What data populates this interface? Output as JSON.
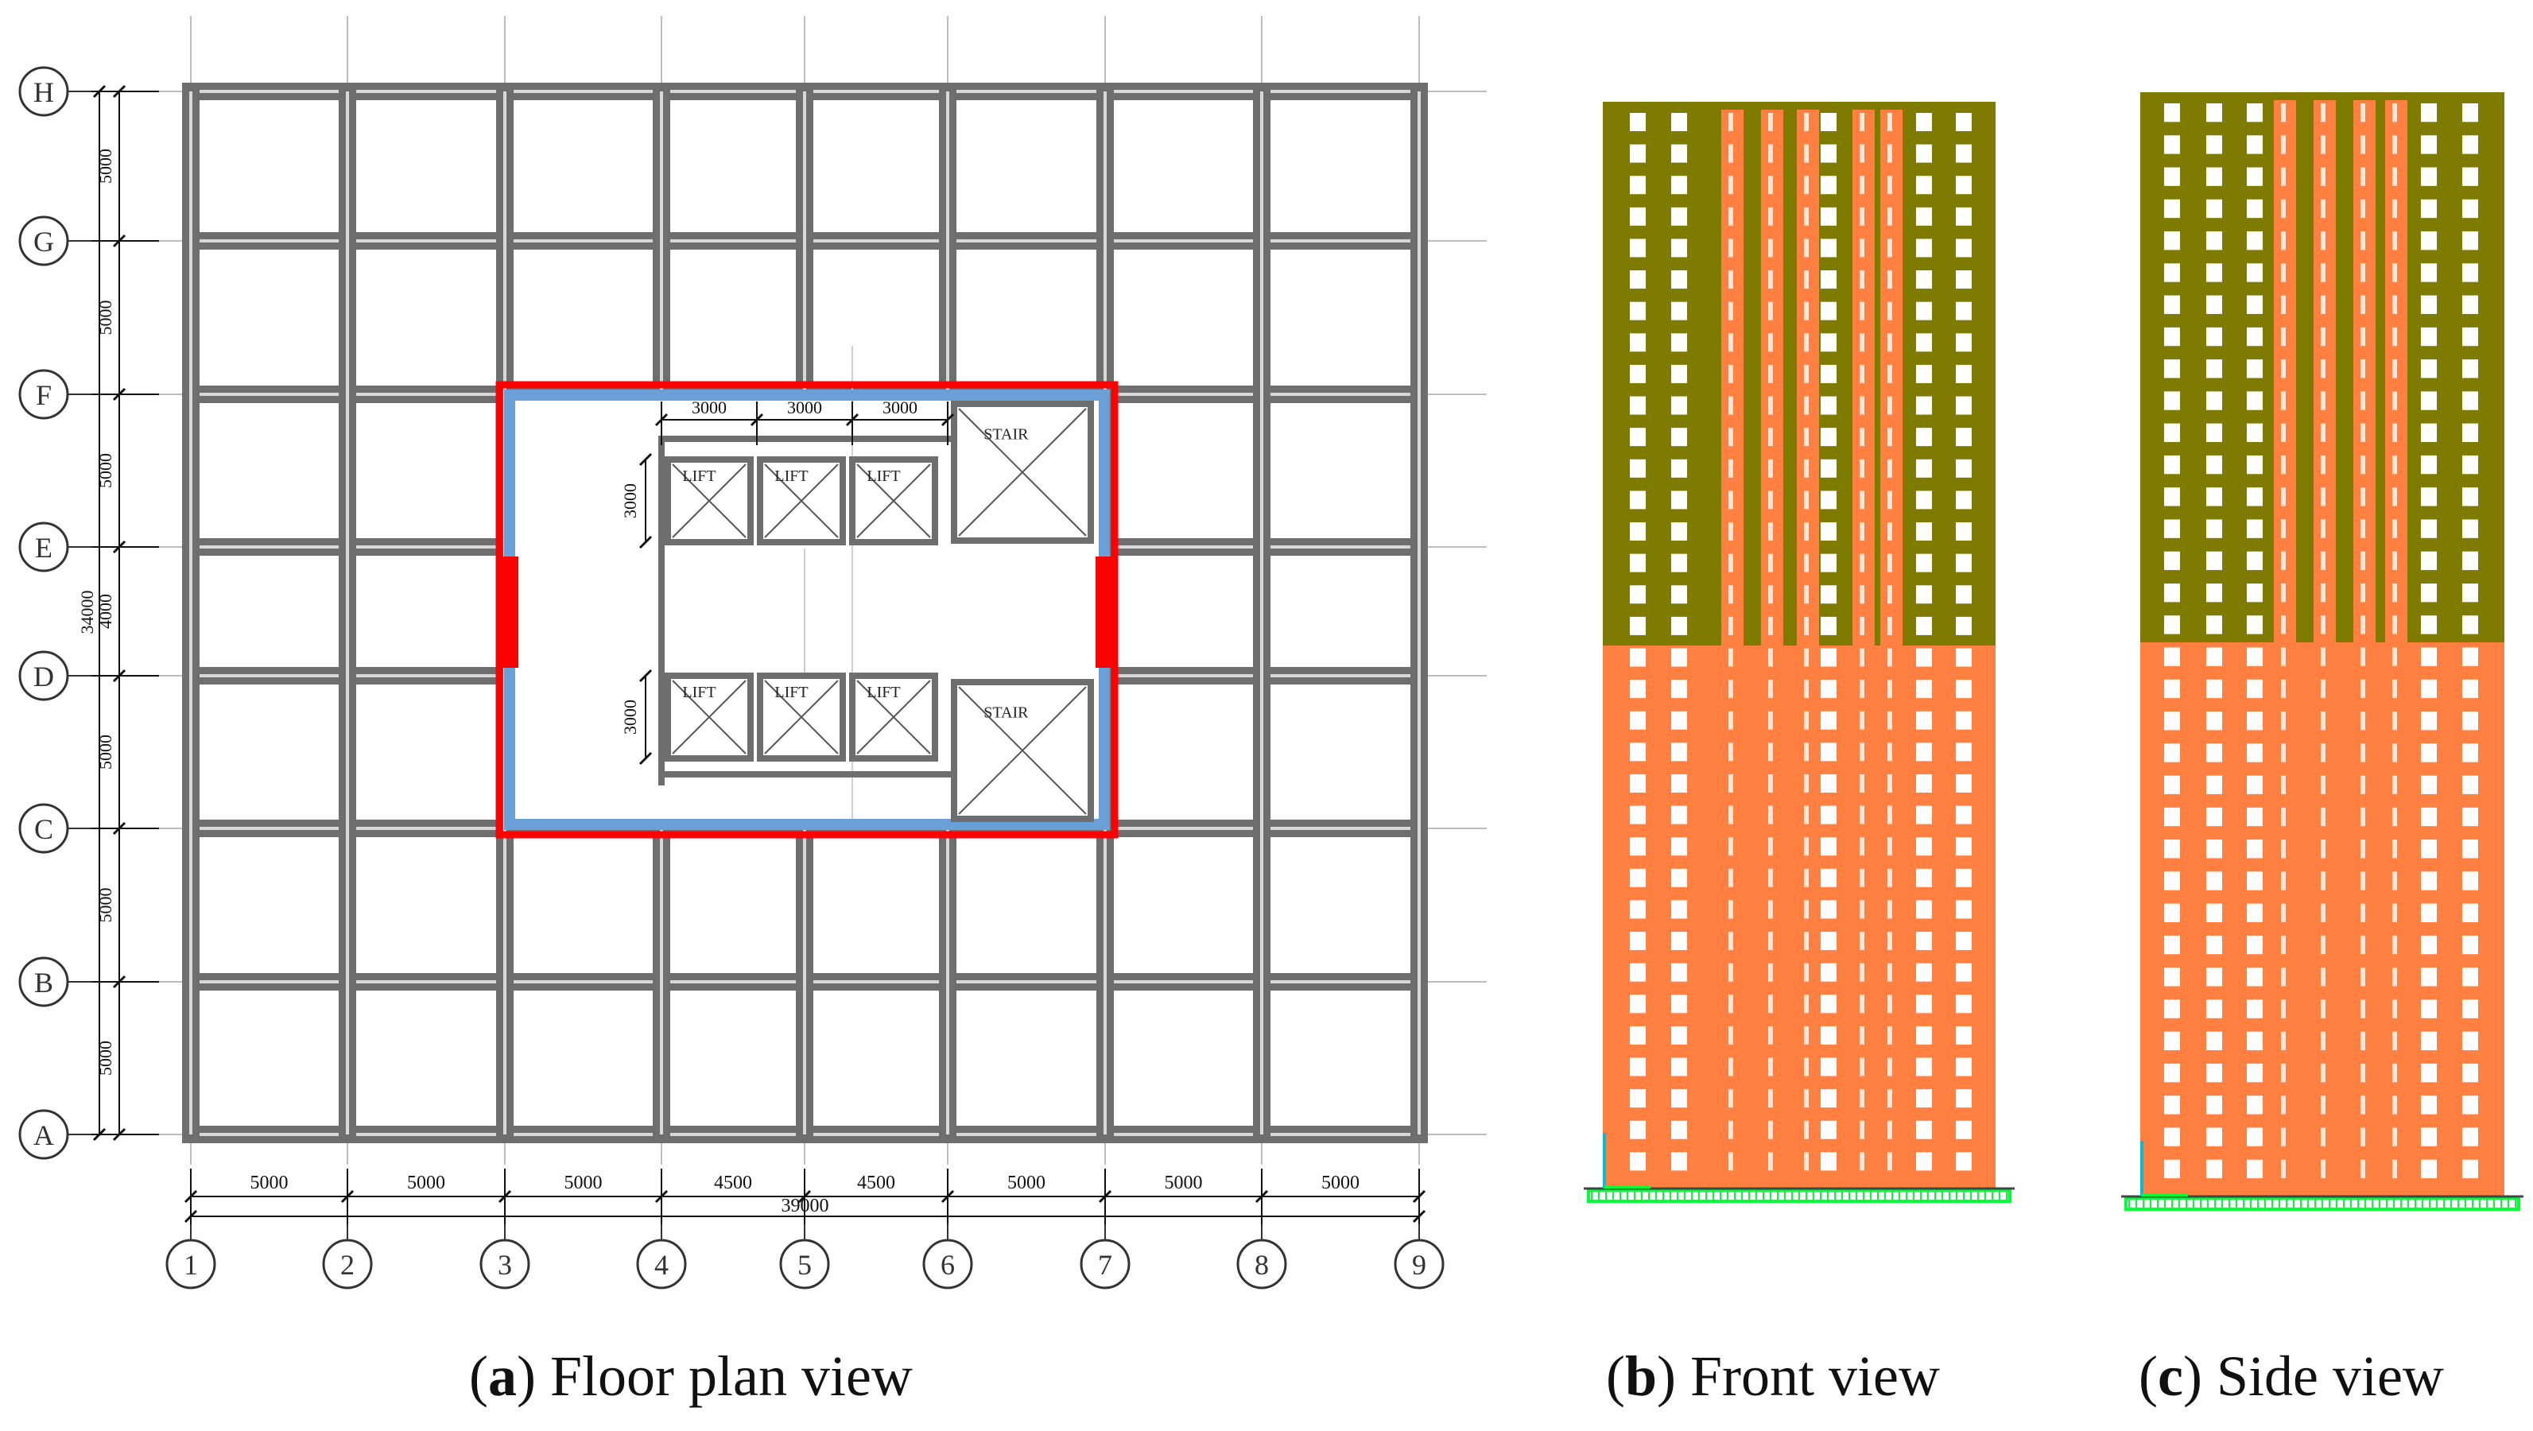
{
  "floor_plan": {
    "row_axes": [
      "H",
      "G",
      "F",
      "E",
      "D",
      "C",
      "B",
      "A"
    ],
    "col_axes": [
      "1",
      "2",
      "3",
      "4",
      "5",
      "6",
      "7",
      "8",
      "9"
    ],
    "col_spans": [
      "5000",
      "5000",
      "5000",
      "4500",
      "4500",
      "5000",
      "5000",
      "5000"
    ],
    "col_total": "39000",
    "row_spans": [
      "5000",
      "5000",
      "5000",
      "4000",
      "5000",
      "5000",
      "5000"
    ],
    "row_total": "34000",
    "core_top_dims": [
      "3000",
      "3000",
      "3000"
    ],
    "core_side_dims": [
      "3000",
      "3000"
    ],
    "lift_label": "LIFT",
    "stair_label": "STAIR"
  },
  "colors": {
    "frame": "#6e6e6e",
    "core_outline": "#ff0000",
    "core_wall": "#6a9fd8",
    "upper_zone": "#7f7a00",
    "lower_zone": "#ff8040",
    "support": "#00ff33",
    "axis": "#00bcd4"
  },
  "captions": {
    "a": {
      "letter": "a",
      "text": " Floor plan view"
    },
    "b": {
      "letter": "b",
      "text": " Front view"
    },
    "c": {
      "letter": "c",
      "text": " Side view"
    }
  }
}
